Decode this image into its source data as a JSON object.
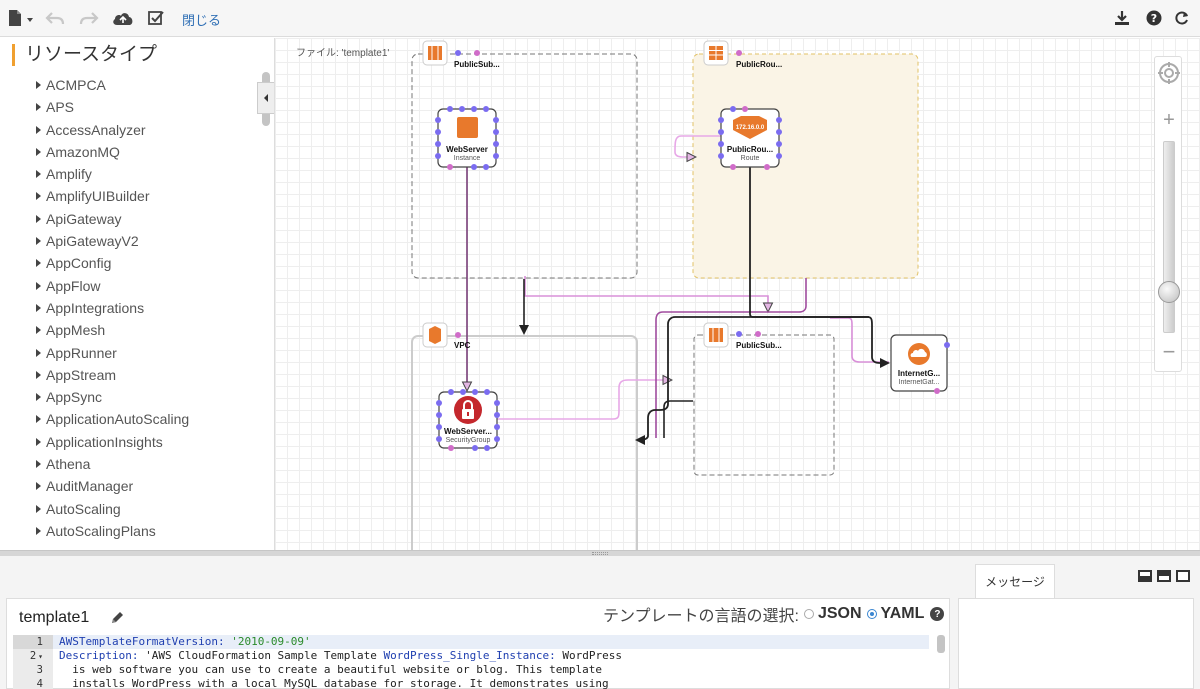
{
  "toolbar": {
    "close_label": "閉じる"
  },
  "resource_panel": {
    "title": "リソースタイプ",
    "items": [
      "ACMPCA",
      "APS",
      "AccessAnalyzer",
      "AmazonMQ",
      "Amplify",
      "AmplifyUIBuilder",
      "ApiGateway",
      "ApiGatewayV2",
      "AppConfig",
      "AppFlow",
      "AppIntegrations",
      "AppMesh",
      "AppRunner",
      "AppStream",
      "AppSync",
      "ApplicationAutoScaling",
      "ApplicationInsights",
      "Athena",
      "AuditManager",
      "AutoScaling",
      "AutoScalingPlans"
    ]
  },
  "canvas": {
    "file_label": "ファイル: 'template1'",
    "nodes": {
      "subnet1": "PublicSub...",
      "routetable": "PublicRou...",
      "instance_name": "WebServer",
      "instance_type": "Instance",
      "route_name": "PublicRou...",
      "route_type": "Route",
      "route_ip": "172.16.0.0",
      "vpc": "VPC",
      "subnet2": "PublicSub...",
      "igw_name": "InternetG...",
      "igw_type": "InternetGat...",
      "sg_name": "WebServer...",
      "sg_type": "SecurityGroup"
    }
  },
  "editor": {
    "template_name": "template1",
    "language_prompt": "テンプレートの言語の選択:",
    "options": [
      "JSON",
      "YAML"
    ],
    "selected": "YAML",
    "line_numbers": [
      "1",
      "2",
      "3",
      "4"
    ],
    "fold_marker": "▾",
    "code": {
      "l1_key": "AWSTemplateFormatVersion:",
      "l1_val": " '2010-09-09'",
      "l2_key": "Description:",
      "l2_a": " 'AWS CloudFormation Sample Template ",
      "l2_b": "WordPress_Single_Instance:",
      "l2_c": " WordPress",
      "l3": "  is web software you can use to create a beautiful website or blog. This template",
      "l4": "  installs WordPress with a local MySQL database for storage. It demonstrates using"
    }
  },
  "messages": {
    "tab_label": "メッセージ"
  },
  "colors": {
    "accent": "#f0a030",
    "link": "#2f6fb5",
    "edge_dark": "#333333",
    "edge_pink": "#d990d9",
    "port_blue": "#7b6cf0",
    "port_pink": "#d06cc9",
    "aws_orange": "#e8792c",
    "sg_red": "#c4282d"
  }
}
